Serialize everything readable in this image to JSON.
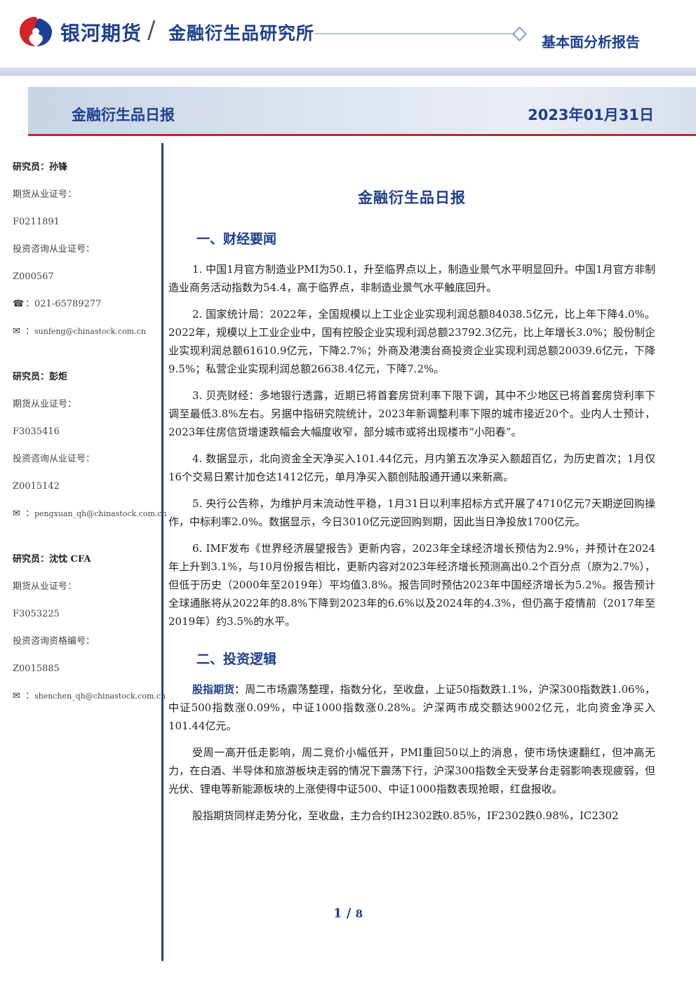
{
  "header": {
    "company": "银河期货",
    "institute": "金融衍生品研究所",
    "report_type": "基本面分析报告",
    "brand_color": "#1d3f8f",
    "accent_color": "#c4262e"
  },
  "banner": {
    "title": "金融衍生品日报",
    "date": "2023年01月31日"
  },
  "sidebar": {
    "analysts": [
      {
        "name": "研究员：孙锋",
        "futures_label": "期货从业证号：",
        "futures_no": "F0211891",
        "advisory_label": "投资咨询从业证号：",
        "advisory_no": "Z000567",
        "phone": "021-65789277",
        "email": "sunfeng@chinastock.com.cn"
      },
      {
        "name": "研究员：彭炬",
        "futures_label": "期货从业证号：",
        "futures_no": "F3035416",
        "advisory_label": "投资咨询从业证号：",
        "advisory_no": "Z0015142",
        "email": "pengxuan_qh@chinastock.com.cn"
      },
      {
        "name": "研究员：沈忱 CFA",
        "futures_label": "期货从业证号：",
        "futures_no": "F3053225",
        "advisory_label": "投资咨询资格编号：",
        "advisory_no": "Z0015885",
        "email": "shenchen_qh@chinastock.com.cn"
      }
    ]
  },
  "main": {
    "title": "金融衍生品日报",
    "section1": {
      "heading": "一、财经要闻",
      "items": [
        "1. 中国1月官方制造业PMI为50.1，升至临界点以上，制造业景气水平明显回升。中国1月官方非制造业商务活动指数为54.4，高于临界点，非制造业景气水平触底回升。",
        "2. 国家统计局：2022年，全国规模以上工业企业实现利润总额84038.5亿元，比上年下降4.0%。2022年，规模以上工业企业中，国有控股企业实现利润总额23792.3亿元，比上年增长3.0%；股份制企业实现利润总额61610.9亿元，下降2.7%；外商及港澳台商投资企业实现利润总额20039.6亿元，下降9.5%；私营企业实现利润总额26638.4亿元，下降7.2%。",
        "3. 贝壳财经：多地银行透露，近期已将首套房贷利率下限下调，其中不少地区已将首套房贷利率下调至最低3.8%左右。另据中指研究院统计，2023年新调整利率下限的城市接近20个。业内人士预计，2023年住房信贷增速跌幅会大幅度收窄，部分城市或将出现楼市“小阳春”。",
        "4. 数据显示，北向资金全天净买入101.44亿元，月内第五次净买入额超百亿，为历史首次；1月仅16个交易日累计加仓达1412亿元，单月净买入额创陆股通开通以来新高。",
        "5. 央行公告称，为维护月末流动性平稳，1月31日以利率招标方式开展了4710亿元7天期逆回购操作，中标利率2.0%。数据显示，今日3010亿元逆回购到期，因此当日净投放1700亿元。",
        "6. IMF发布《世界经济展望报告》更新内容，2023年全球经济增长预估为2.9%，并预计在2024年上升到3.1%，与10月份报告相比，更新内容对2023年经济增长预测高出0.2个百分点（原为2.7%），但低于历史（2000年至2019年）平均值3.8%。报告同时预估2023年中国经济增长为5.2%。报告预计全球通胀将从2022年的8.8%下降到2023年的6.6%以及2024年的4.3%，但仍高于疫情前（2017年至2019年）约3.5%的水平。"
      ]
    },
    "section2": {
      "heading": "二、投资逻辑",
      "p1_lead": "股指期货：",
      "p1_text": "周二市场震荡整理，指数分化，至收盘，上证50指数跌1.1%，沪深300指数跌1.06%，中证500指数涨0.09%，中证1000指数涨0.28%。沪深两市成交额达9002亿元，北向资金净买入101.44亿元。",
      "p2": "受周一高开低走影响，周二竞价小幅低开，PMI重回50以上的消息，使市场快速翻红，但冲高无力，在白酒、半导体和旅游板块走弱的情况下震荡下行，沪深300指数全天受茅台走弱影响表现疲弱，但光伏、锂电等新能源板块的上涨使得中证500、中证1000指数表现抢眼，红盘报收。",
      "p3": "股指期货同样走势分化，至收盘，主力合约IH2302跌0.85%，IF2302跌0.98%，IC2302"
    }
  },
  "footer": {
    "page_current": "1",
    "page_sep": "/",
    "page_total": "8"
  }
}
